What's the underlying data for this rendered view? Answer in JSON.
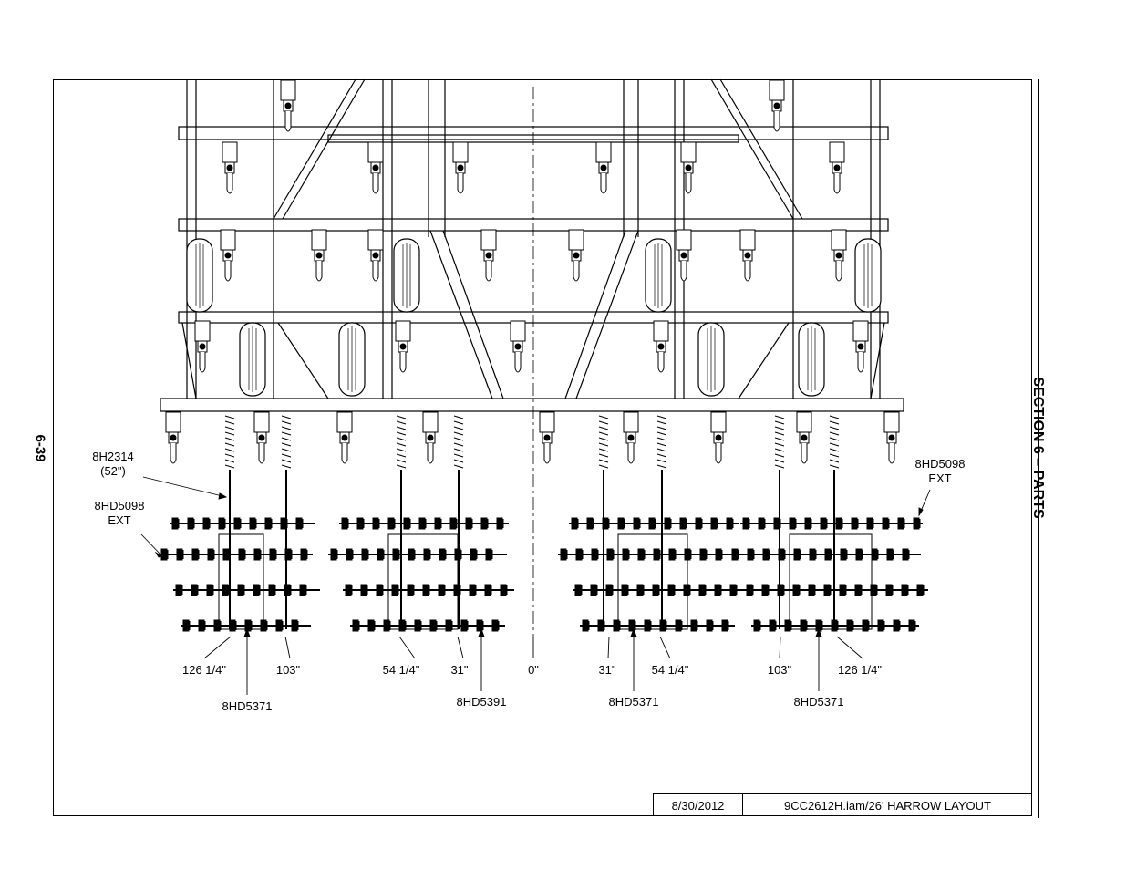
{
  "page": {
    "page_number": "6-39",
    "section_title": "SECTION 6 – PARTS"
  },
  "title_block": {
    "date": "8/30/2012",
    "file": "9CC2612H.iam/26' HARROW LAYOUT"
  },
  "callouts": {
    "left_bar_part": "8H2314",
    "left_bar_length": "(52\")",
    "left_ext_part": "8HD5098",
    "left_ext_note": "EXT",
    "right_ext_part": "8HD5098",
    "right_ext_note": "EXT"
  },
  "dimensions": {
    "left_126": "126 1/4\"",
    "left_103": "103\"",
    "left_54": "54 1/4\"",
    "left_31": "31\"",
    "center_0": "0\"",
    "right_31": "31\"",
    "right_54": "54 1/4\"",
    "right_103": "103\"",
    "right_126": "126 1/4\""
  },
  "part_labels": {
    "section_1": "8HD5371",
    "section_2": "8HD5391",
    "section_3": "8HD5371",
    "section_4": "8HD5371"
  }
}
